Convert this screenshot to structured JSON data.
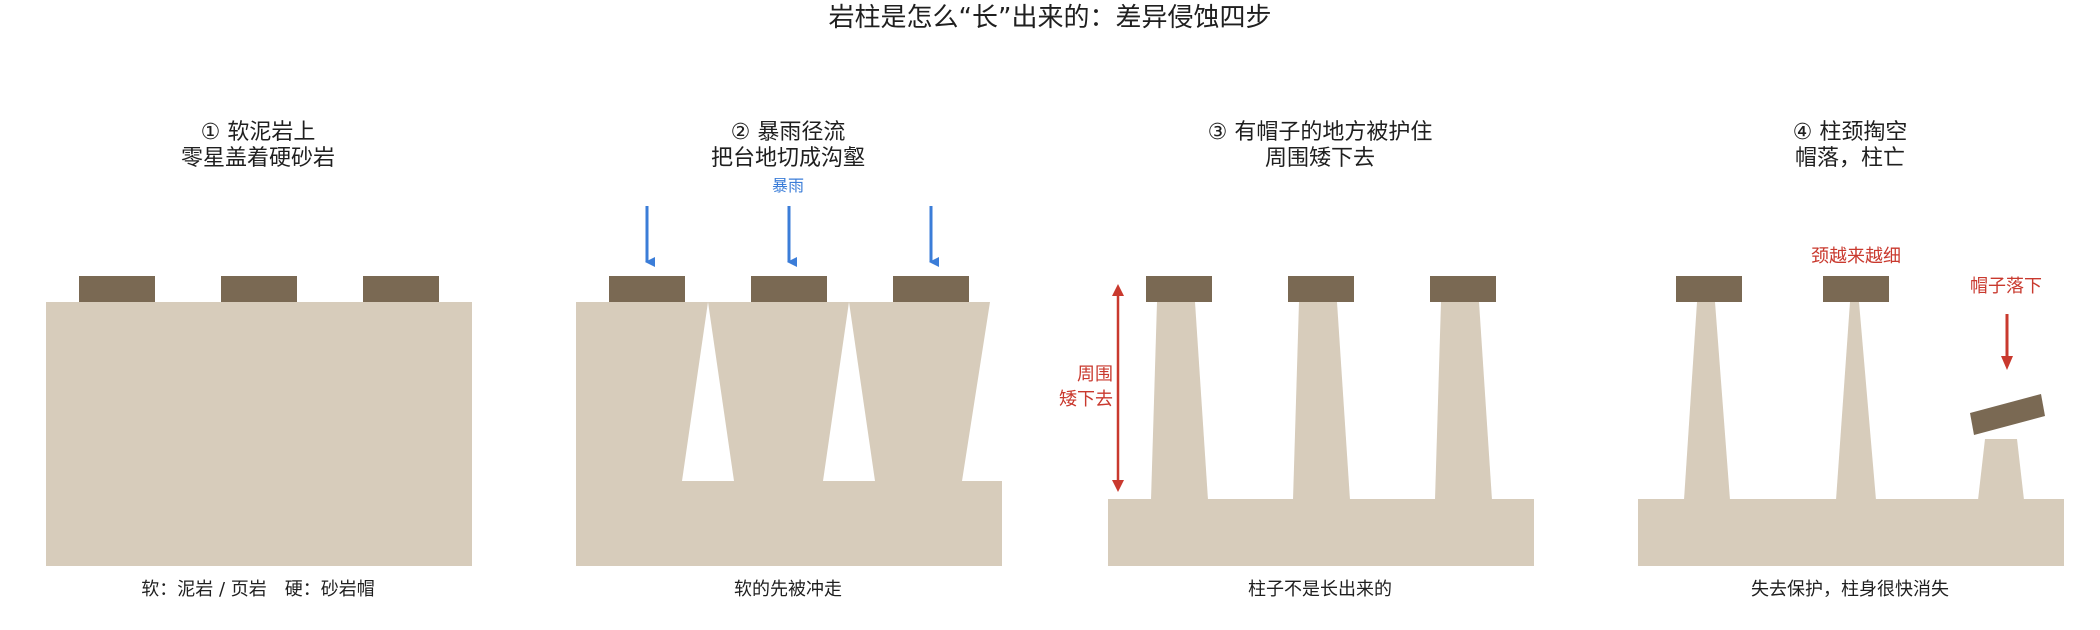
{
  "title": "岩柱是怎么“长”出来的：差异侵蚀四步",
  "colors": {
    "soft_rock": "#d7ccbb",
    "hard_cap": "#7a6953",
    "rain_arrow": "#3b7dd8",
    "accent_red": "#c9392e",
    "text": "#1f1f1f",
    "background": "#ffffff"
  },
  "panels": [
    {
      "heading_line1": "① 软泥岩上",
      "heading_line2": "零星盖着硬砂岩",
      "caption": "软：泥岩 / 页岩　硬：砂岩帽"
    },
    {
      "heading_line1": "② 暴雨径流",
      "heading_line2": "把台地切成沟壑",
      "caption": "软的先被冲走",
      "rain_label": "暴雨"
    },
    {
      "heading_line1": "③ 有帽子的地方被护住",
      "heading_line2": "周围矮下去",
      "caption": "柱子不是长出来的",
      "side_label_line1": "周围",
      "side_label_line2": "矮下去"
    },
    {
      "heading_line1": "④ 柱颈掏空",
      "heading_line2": "帽落，柱亡",
      "caption": "失去保护，柱身很快消失",
      "neck_label": "颈越来越细",
      "cap_fall_label": "帽子落下"
    }
  ]
}
